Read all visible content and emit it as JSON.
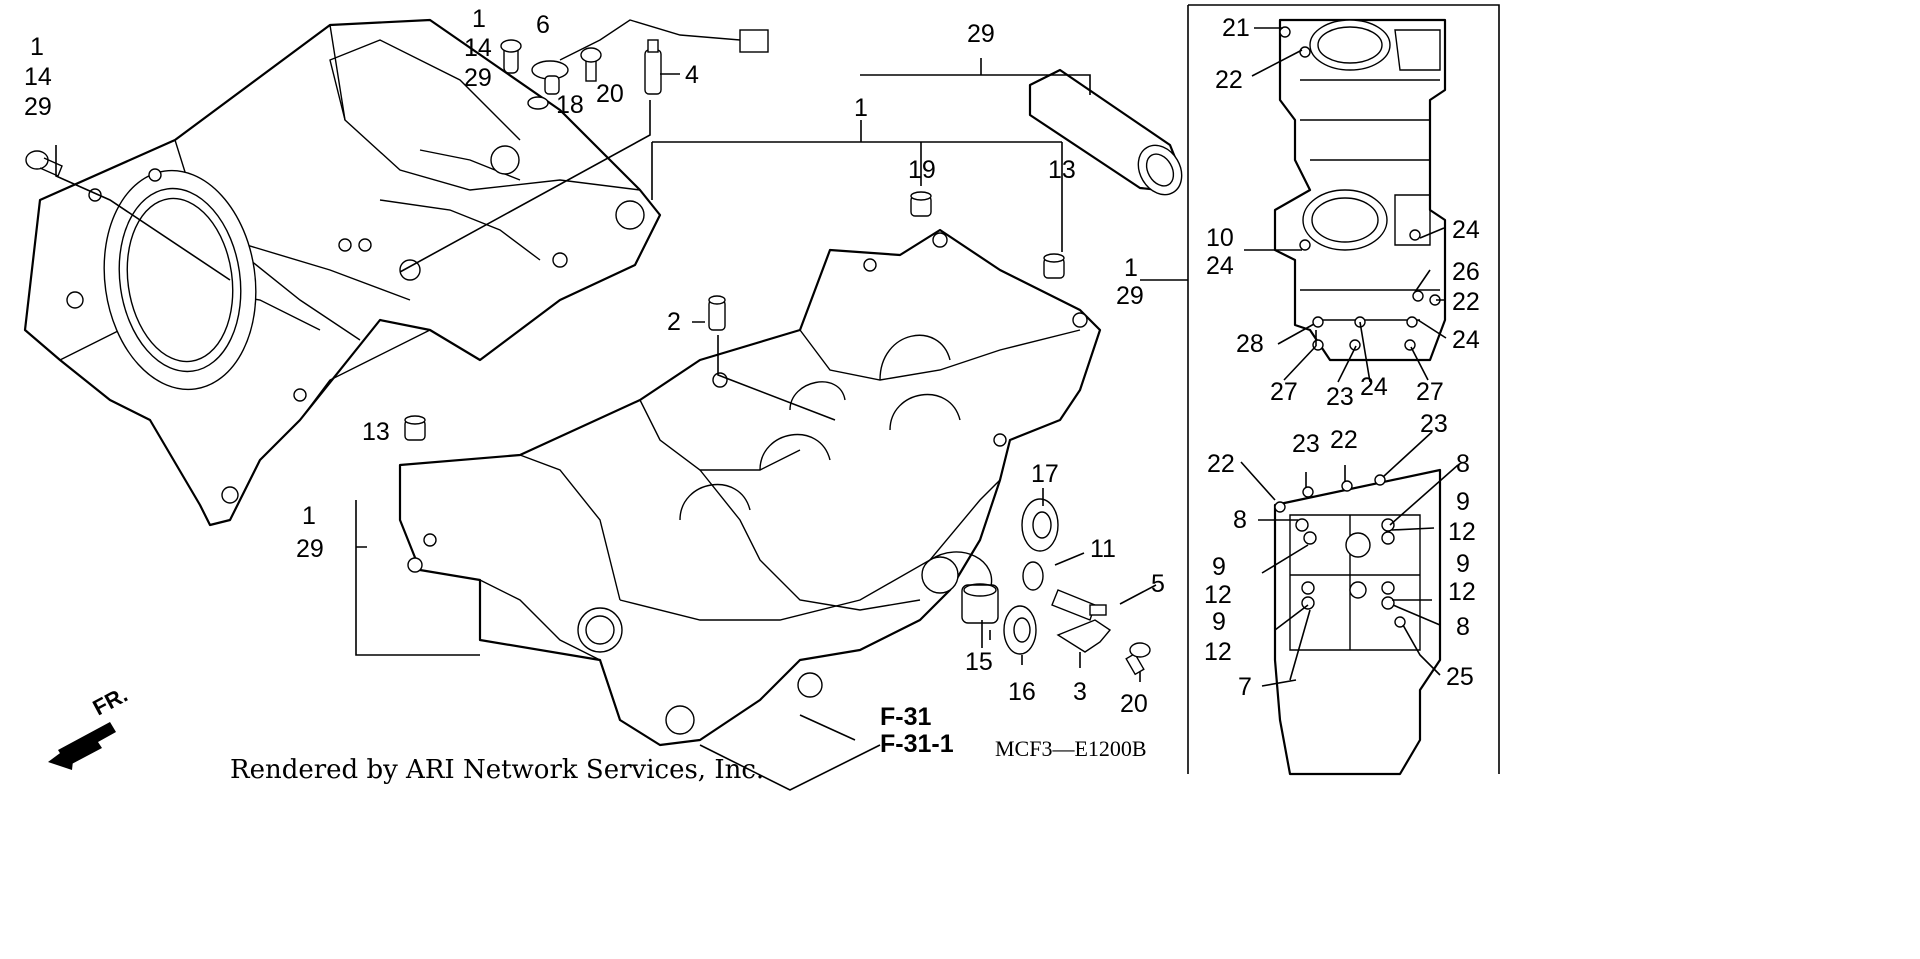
{
  "diagram": {
    "credit": "Rendered by ARI Network Services, Inc.",
    "code": "MCF3—E1200B",
    "front_marker": "FR.",
    "refs": [
      "F-31",
      "F-31-1"
    ],
    "labels": {
      "l1a": "1",
      "l14a": "14",
      "l29a": "29",
      "l1b": "1",
      "l14b": "14",
      "l29b": "29",
      "l6": "6",
      "l18": "18",
      "l20a": "20",
      "l4": "4",
      "l29c": "29",
      "l1c": "1",
      "l19": "19",
      "l13a": "13",
      "l2": "2",
      "l13b": "13",
      "l1d": "1",
      "l29d": "29",
      "l17": "17",
      "l11": "11",
      "l5": "5",
      "l15": "15",
      "l16": "16",
      "l3": "3",
      "l20b": "20",
      "r21": "21",
      "r22a": "22",
      "r10": "10",
      "r24a": "24",
      "r24b": "24",
      "r26": "26",
      "r22b": "22",
      "r1": "1",
      "r29": "29",
      "r28": "28",
      "r24c": "24",
      "r27a": "27",
      "r23a": "23",
      "r24d": "24",
      "r27b": "27",
      "r23b": "23",
      "r22c": "22",
      "r23c": "23",
      "r22d": "22",
      "r8a": "8",
      "r8b": "8",
      "r9a": "9",
      "r12a": "12",
      "r9b": "9",
      "r12b": "12",
      "r9c": "9",
      "r12c": "12",
      "r9d": "9",
      "r12d": "12",
      "r8c": "8",
      "r7": "7",
      "r25": "25"
    }
  }
}
